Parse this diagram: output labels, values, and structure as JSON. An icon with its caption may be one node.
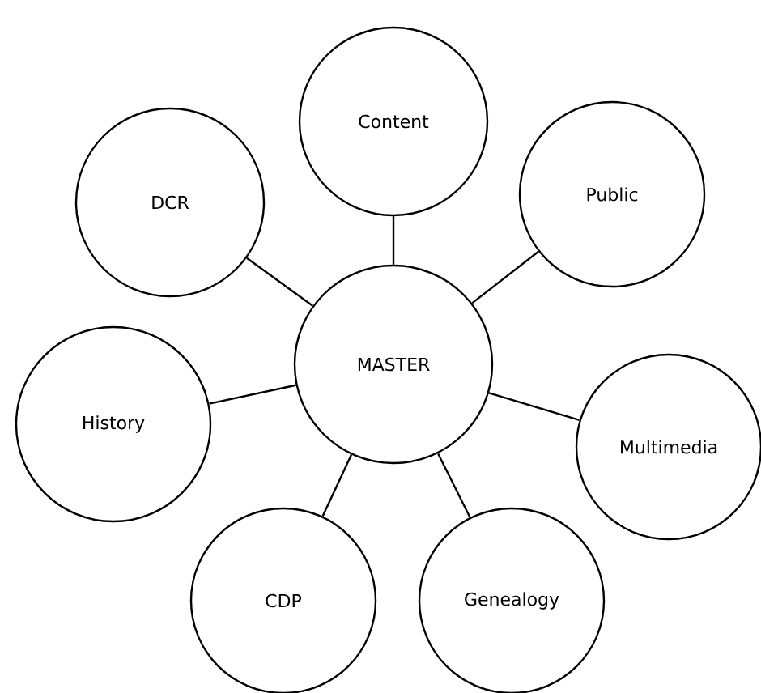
{
  "diagram": {
    "nodes": [
      {
        "text": [
          "MASTER"
        ]
      },
      {
        "text": [
          "Content"
        ]
      },
      {
        "text": [
          "Public"
        ]
      },
      {
        "text": [
          "Multimedia"
        ]
      },
      {
        "text": [
          "Genealogy"
        ]
      },
      {
        "text": [
          "CDP"
        ]
      },
      {
        "text": [
          "History"
        ]
      },
      {
        "text": [
          "DCR"
        ]
      }
    ],
    "edges": [
      {
        "from": 0,
        "to": 1,
        "arrow": "none"
      },
      {
        "from": 0,
        "to": 2,
        "arrow": "none"
      },
      {
        "from": 0,
        "to": 3,
        "arrow": "none"
      },
      {
        "from": 0,
        "to": 4,
        "arrow": "none"
      },
      {
        "from": 0,
        "to": 5,
        "arrow": "none"
      },
      {
        "from": 0,
        "to": 6,
        "arrow": "none"
      },
      {
        "from": 0,
        "to": 7,
        "arrow": "none"
      }
    ]
  }
}
